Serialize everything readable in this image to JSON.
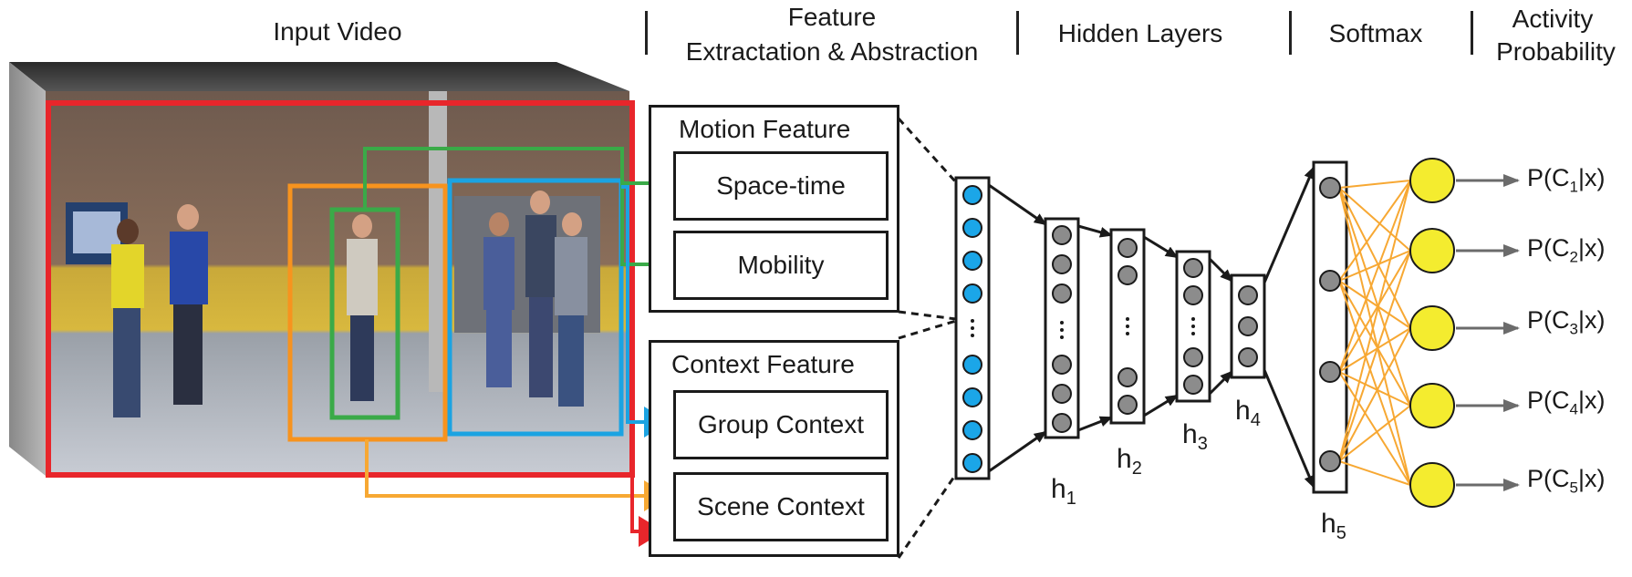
{
  "headers": {
    "input_video": "Input Video",
    "feature_line1": "Feature",
    "feature_line2": "Extractation & Abstraction",
    "hidden_layers": "Hidden Layers",
    "softmax": "Softmax",
    "activity_line1": "Activity",
    "activity_line2": "Probability"
  },
  "motion": {
    "title": "Motion Feature",
    "items": [
      "Space-time",
      "Mobility"
    ]
  },
  "context": {
    "title": "Context Feature",
    "items": [
      "Group Context",
      "Scene Context"
    ]
  },
  "layers": {
    "h": "h",
    "indices": [
      "1",
      "2",
      "3",
      "4",
      "5"
    ]
  },
  "outputs": {
    "prefix": "P(C",
    "suffix": "|x)",
    "indices": [
      "1",
      "2",
      "3",
      "4",
      "5"
    ]
  },
  "colors": {
    "red": "#e8262b",
    "green": "#3aaa48",
    "orange": "#f7931e",
    "blue": "#1ba3e2",
    "softmax_node": "#f4ec2f",
    "softmax_edges": "#f7a833",
    "input_node": "#1ba6e8",
    "hidden_node": "#8c8c8c"
  }
}
